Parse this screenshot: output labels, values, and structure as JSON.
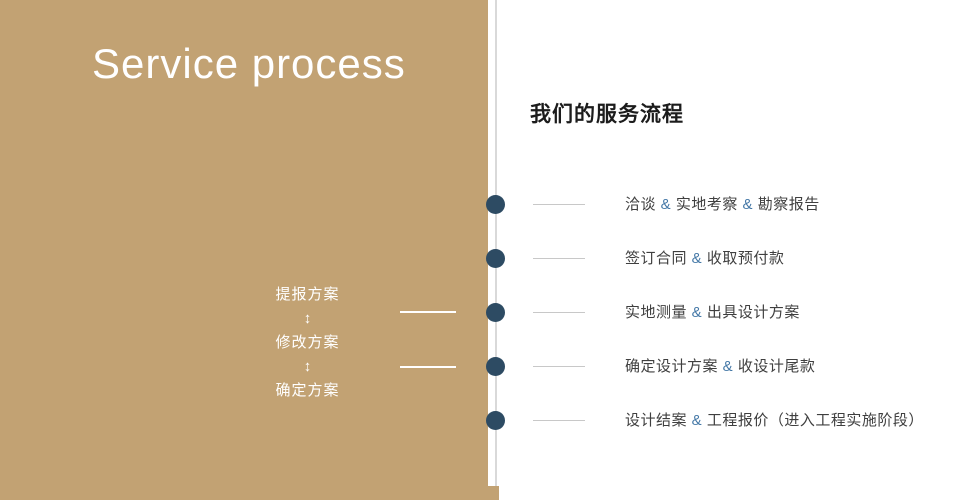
{
  "left_panel": {
    "title": "Service process",
    "steps": [
      "提报方案",
      "修改方案",
      "确定方案"
    ],
    "arrow_icon": "↕"
  },
  "right_panel": {
    "title": "我们的服务流程",
    "items": [
      "洽谈 & 实地考察 & 勘察报告",
      "签订合同 & 收取预付款",
      "实地测量 & 出具设计方案",
      "确定设计方案 & 收设计尾款",
      "设计结案 & 工程报价（进入工程实施阶段）"
    ]
  },
  "colors": {
    "gold": "#c2a273",
    "dot_navy": "#2d4b63",
    "accent_blue": "#4377a6",
    "text_dark": "#3f3f3f"
  }
}
